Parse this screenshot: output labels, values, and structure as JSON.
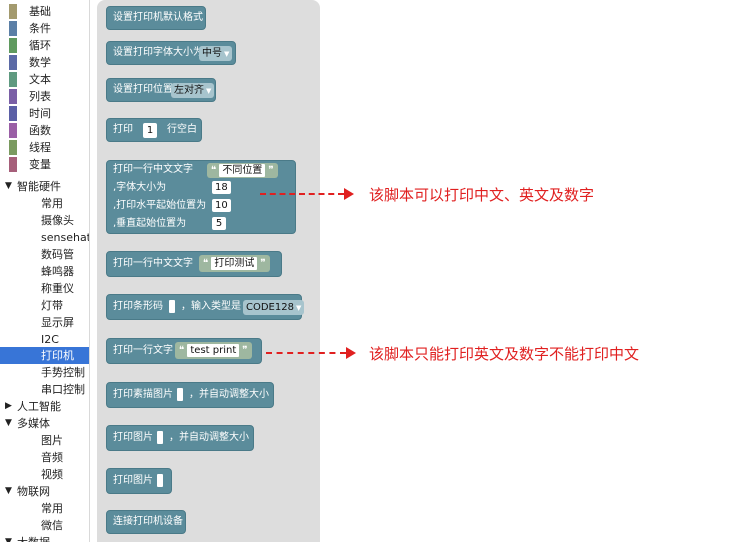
{
  "sidebar": {
    "categories": [
      {
        "label": "基础",
        "color": "#a39a6e"
      },
      {
        "label": "条件",
        "color": "#5b7fa6"
      },
      {
        "label": "循环",
        "color": "#5f9a5f"
      },
      {
        "label": "数学",
        "color": "#5b6aa6"
      },
      {
        "label": "文本",
        "color": "#5f9a80"
      },
      {
        "label": "列表",
        "color": "#7a5fa6"
      },
      {
        "label": "时间",
        "color": "#5b5fa6"
      },
      {
        "label": "函数",
        "color": "#9a5fa6"
      },
      {
        "label": "线程",
        "color": "#7a9a5f"
      },
      {
        "label": "变量",
        "color": "#a65f7a"
      }
    ],
    "groups": [
      {
        "label": "智能硬件",
        "arrow": "▼"
      },
      {
        "label": "人工智能",
        "arrow": "▶"
      },
      {
        "label": "多媒体",
        "arrow": "▼"
      },
      {
        "label": "物联网",
        "arrow": "▼"
      },
      {
        "label": "大数据",
        "arrow": "▼"
      }
    ],
    "hardware_items": [
      "常用",
      "摄像头",
      "sensehat",
      "数码管",
      "蜂鸣器",
      "称重仪",
      "灯带",
      "显示屏",
      "I2C",
      "打印机",
      "手势控制",
      "串口控制"
    ],
    "media_items": [
      "图片",
      "音频",
      "视频"
    ],
    "iot_items": [
      "常用",
      "微信"
    ]
  },
  "blocks": {
    "b1": {
      "text": "设置打印机默认格式"
    },
    "b2": {
      "text": "设置打印字体大小为",
      "dropdown": "中号"
    },
    "b3": {
      "text": "设置打印位置",
      "dropdown": "左对齐"
    },
    "b4": {
      "text_a": "打印",
      "value": "1",
      "text_b": "行空白"
    },
    "b5": {
      "line1": "打印一行中文文字",
      "string": "不同位置",
      "line2": ",字体大小为",
      "size": "18",
      "line3": ",打印水平起始位置为",
      "hpos": "10",
      "line4": ",垂直起始位置为",
      "vpos": "5"
    },
    "b6": {
      "text": "打印一行中文文字",
      "string": "打印测试"
    },
    "b7": {
      "text_a": "打印条形码",
      "text_b": "，输入类型是",
      "dropdown": "CODE128"
    },
    "b8": {
      "text": "打印一行文字",
      "string": "test print"
    },
    "b9": {
      "text_a": "打印素描图片",
      "text_b": "，并自动调整大小"
    },
    "b10": {
      "text_a": "打印图片",
      "text_b": "，并自动调整大小"
    },
    "b11": {
      "text": "打印图片"
    },
    "b12": {
      "text": "连接打印机设备"
    }
  },
  "annotations": {
    "note1": "该脚本可以打印中文、英文及数字",
    "note2": "该脚本只能打印英文及数字不能打印中文",
    "color": "#e02020"
  },
  "quote_open": "❝",
  "quote_close": "❞"
}
